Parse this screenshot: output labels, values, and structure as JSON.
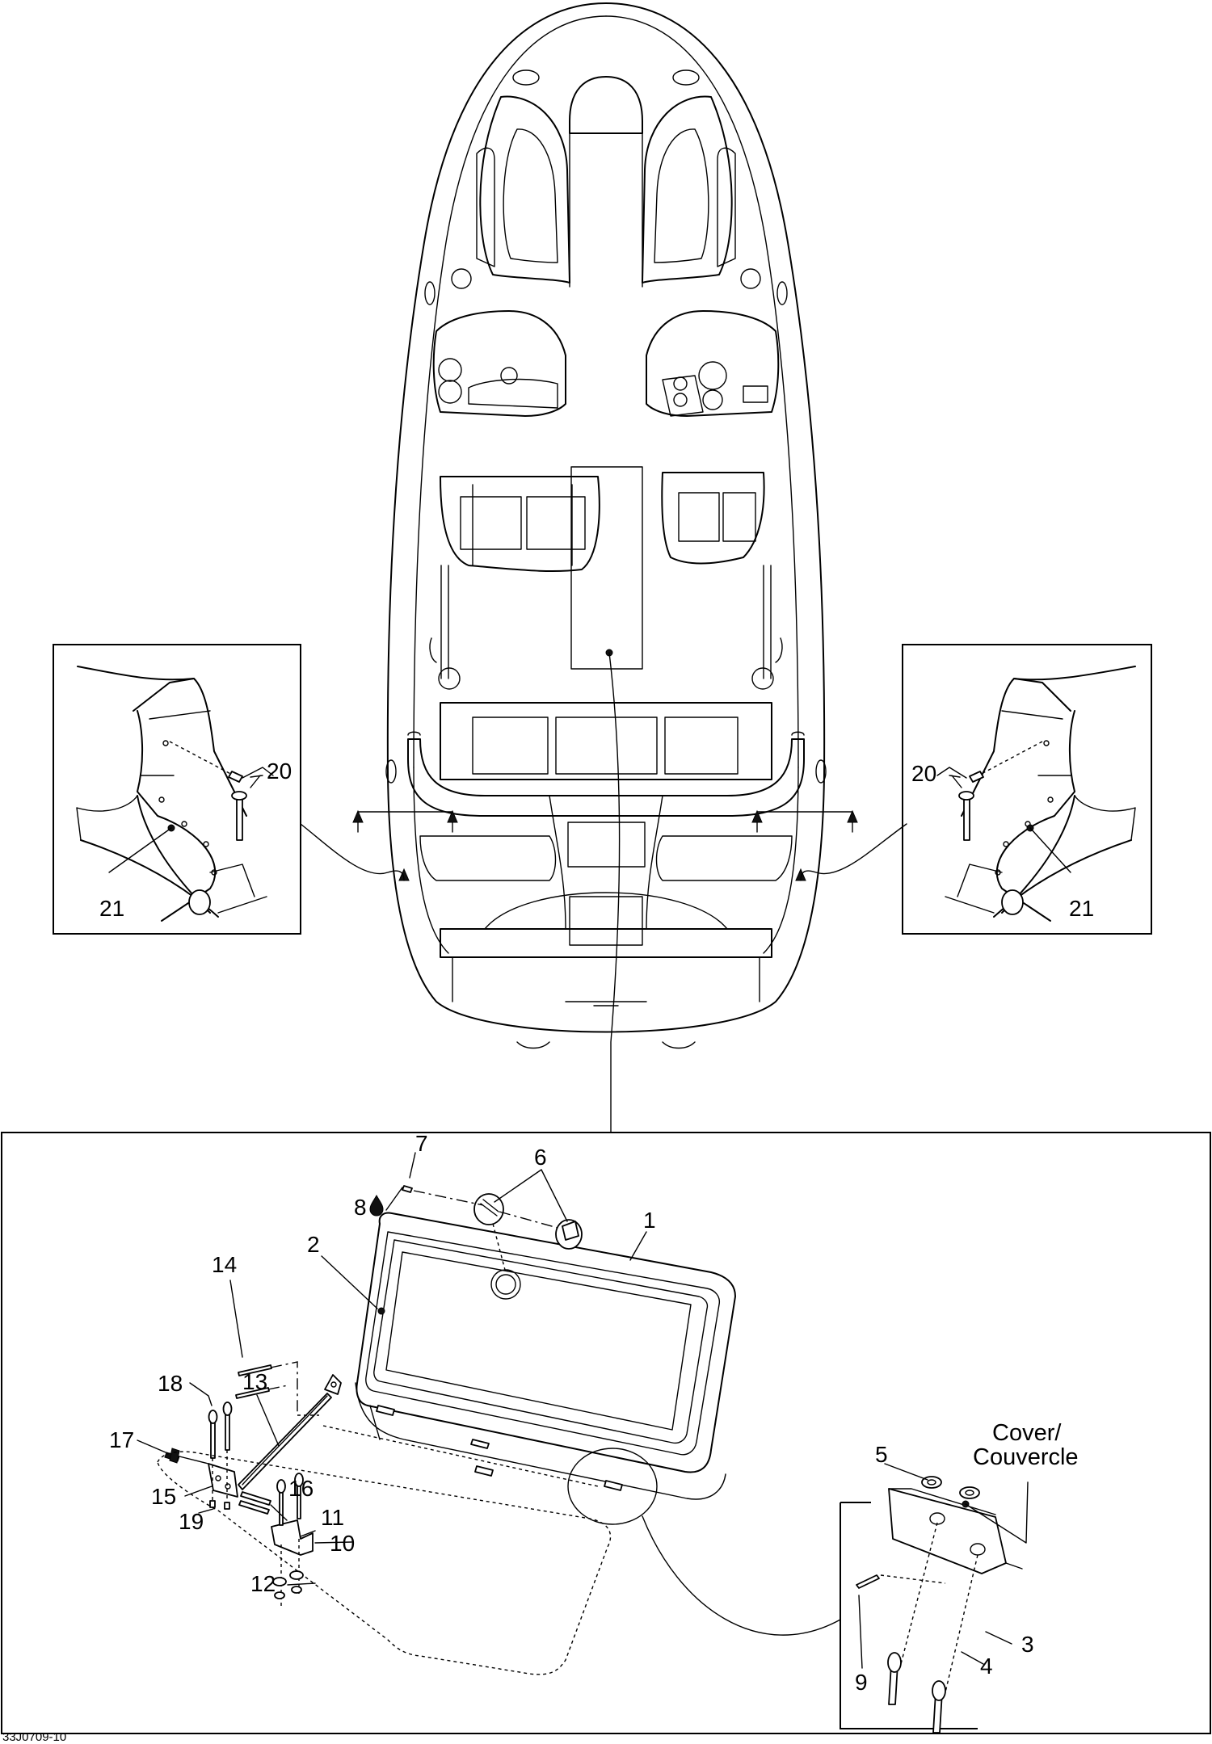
{
  "diagram_code": "33J0709-10",
  "cover_label_line1": "Cover/",
  "cover_label_line2": "Couvercle",
  "callouts": {
    "c1": "1",
    "c2": "2",
    "c3": "3",
    "c4": "4",
    "c5": "5",
    "c6": "6",
    "c7": "7",
    "c8": "8",
    "c9": "9",
    "c10": "10",
    "c11": "11",
    "c12": "12",
    "c13": "13",
    "c14": "14",
    "c15": "15",
    "c16": "16",
    "c17": "17",
    "c18": "18",
    "c19": "19",
    "c20_left": "20",
    "c21_left": "21",
    "c20_right": "20",
    "c21_right": "21"
  },
  "icons": {
    "lubricant": "oil-drop-icon"
  }
}
